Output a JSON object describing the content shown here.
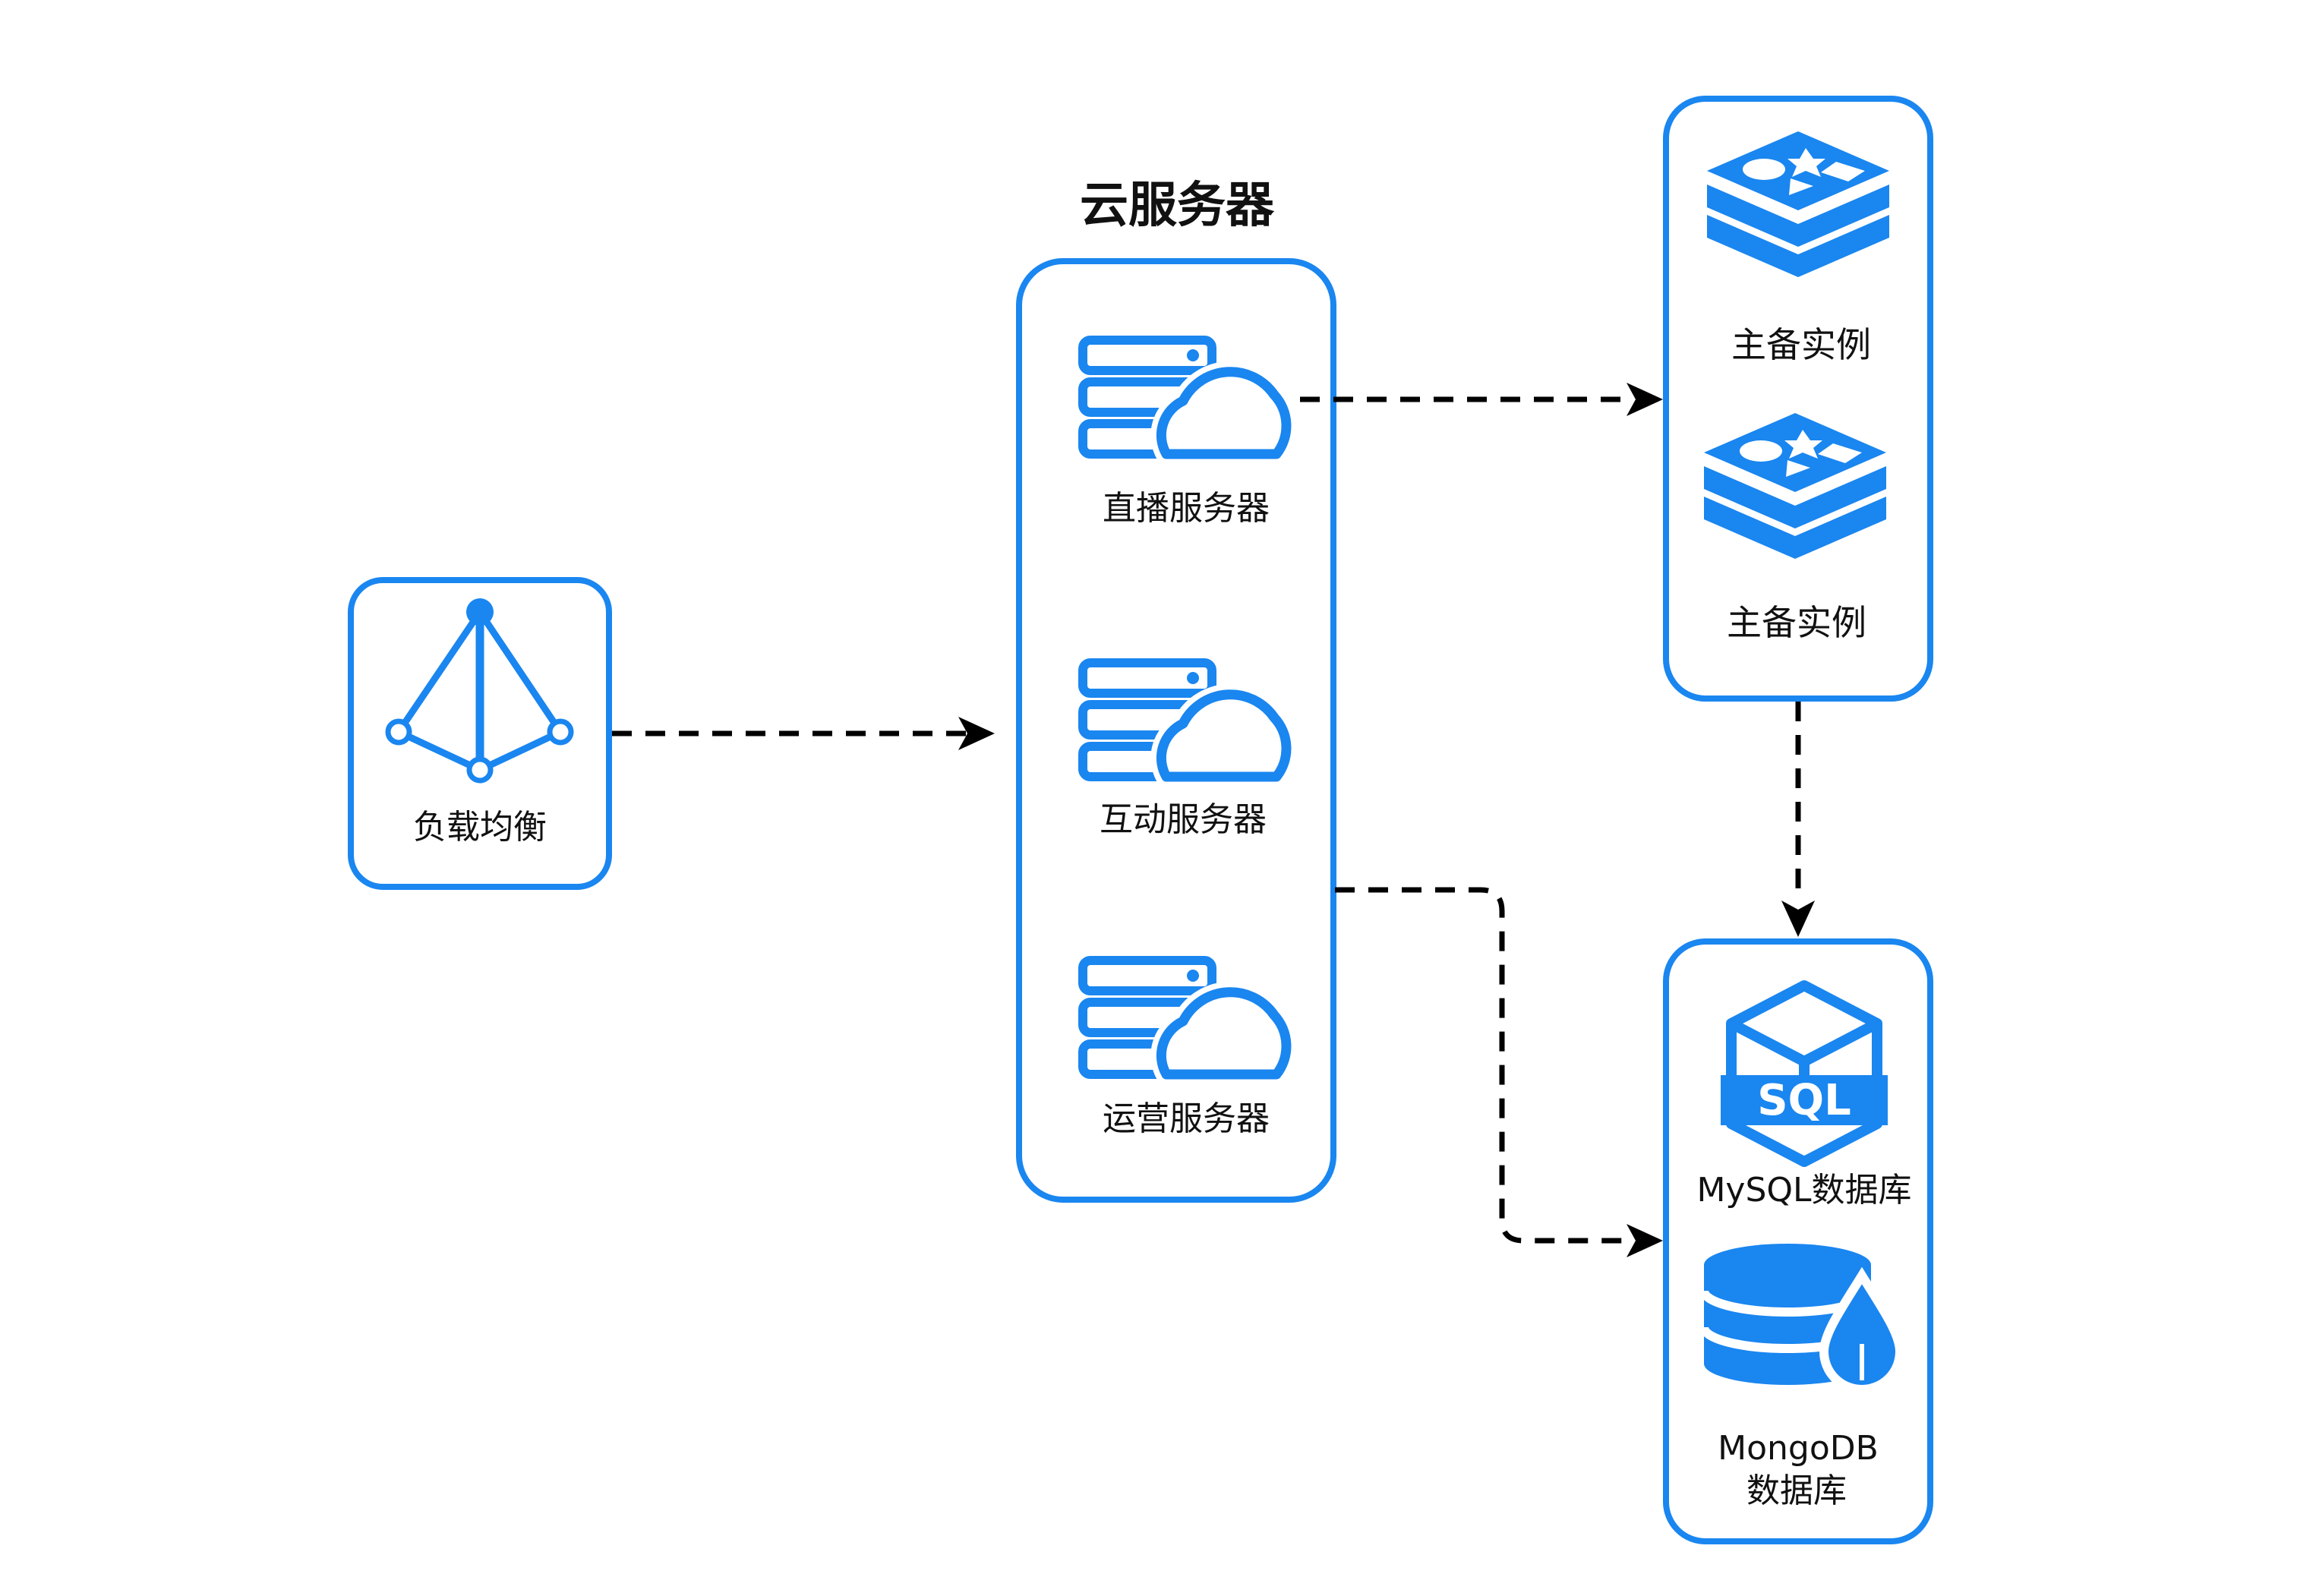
{
  "colors": {
    "accent": "#1a86f0",
    "line": "#000000",
    "text": "#111111",
    "background": "#ffffff"
  },
  "title": "云服务器",
  "load_balancer": {
    "label": "负载均衡",
    "icon": "load-balancer-icon"
  },
  "servers": [
    {
      "label": "直播服务器",
      "icon": "cloud-server-icon"
    },
    {
      "label": "互动服务器",
      "icon": "cloud-server-icon"
    },
    {
      "label": "运营服务器",
      "icon": "cloud-server-icon"
    }
  ],
  "redis": [
    {
      "label": "主备实例",
      "icon": "redis-icon"
    },
    {
      "label": "主备实例",
      "icon": "redis-icon"
    }
  ],
  "databases": {
    "mysql": {
      "label": "MySQL数据库",
      "icon": "mysql-icon",
      "icon_text": "SQL"
    },
    "mongodb": {
      "label_line1": "MongoDB",
      "label_line2": "数据库",
      "icon": "mongodb-icon"
    }
  }
}
